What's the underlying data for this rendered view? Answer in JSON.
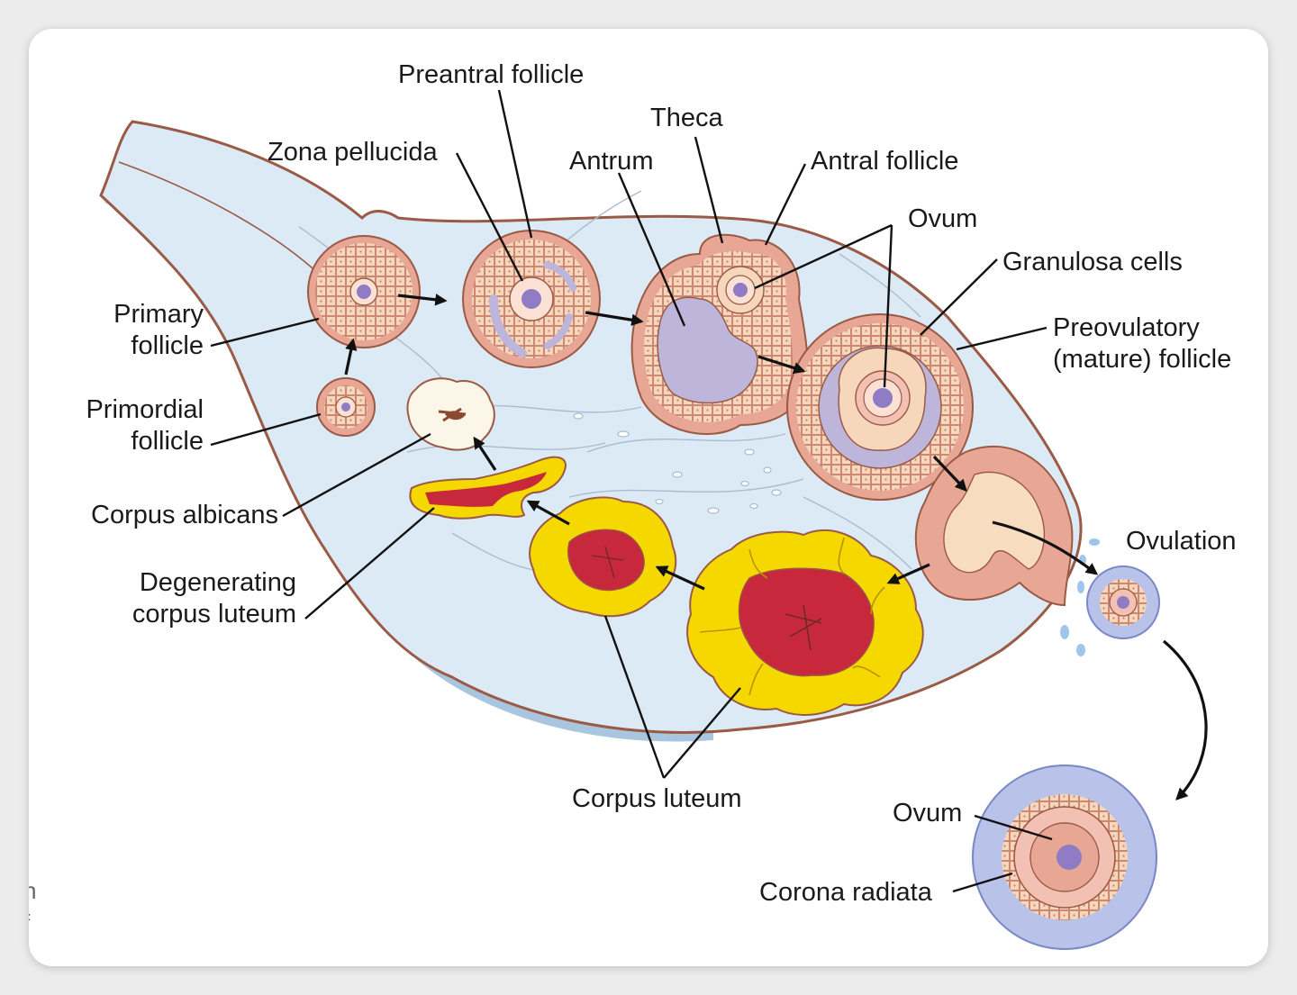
{
  "labels": {
    "preantral_follicle": "Preantral follicle",
    "theca": "Theca",
    "zona_pellucida": "Zona pellucida",
    "antrum": "Antrum",
    "antral_follicle": "Antral follicle",
    "ovum": "Ovum",
    "granulosa_cells": "Granulosa cells",
    "primary_follicle_1": "Primary",
    "primary_follicle_2": "follicle",
    "preovulatory_1": "Preovulatory",
    "preovulatory_2": "(mature) follicle",
    "primordial_follicle_1": "Primordial",
    "primordial_follicle_2": "follicle",
    "corpus_albicans": "Corpus albicans",
    "ovulation": "Ovulation",
    "degenerating_1": "Degenerating",
    "degenerating_2": "corpus luteum",
    "corpus_luteum": "Corpus luteum",
    "ovum_released": "Ovum",
    "corona_radiata": "Corona radiata"
  },
  "edge_fragments": [
    "n",
    "f"
  ],
  "colors": {
    "ovary_fill": "#dceaf6",
    "ovary_outline": "#9a5a45",
    "follicle_outer": "#e8a795",
    "granulosa": "#f6d7bb",
    "nucleus": "#8f7cc4",
    "antrum": "#bdb5da",
    "corpus_luteum_yellow": "#f5d800",
    "corpus_luteum_red": "#c8283c",
    "corpus_albicans": "#fbf6e8",
    "corona": "#b9c3ea"
  }
}
